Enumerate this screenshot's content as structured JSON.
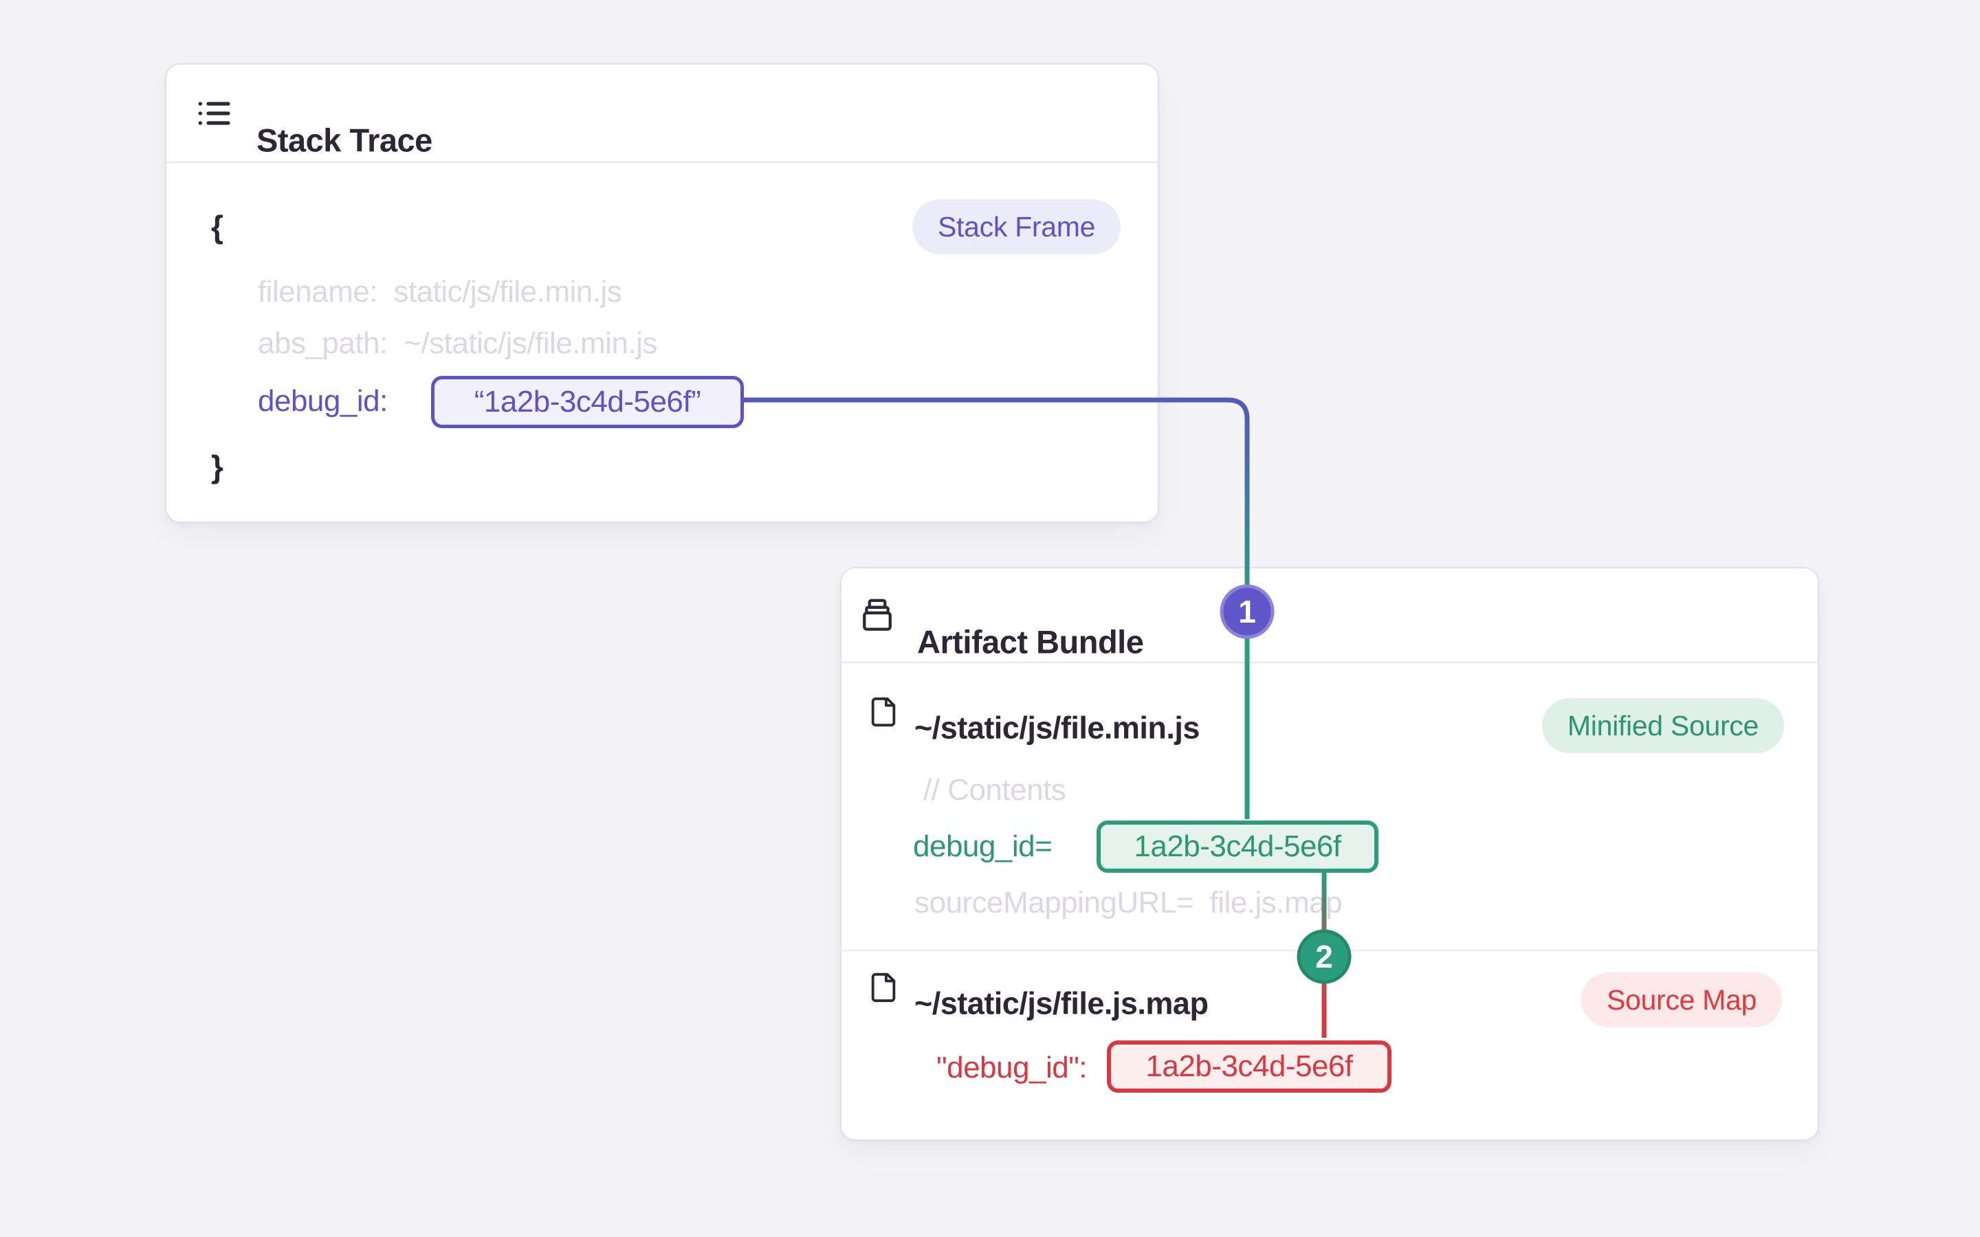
{
  "page": {
    "background": "#f4f3f7"
  },
  "colors": {
    "accent_purple": "#5e52c9",
    "accent_green": "#2a9d7e",
    "accent_red": "#d93840",
    "text_dark": "#2e2535",
    "text_muted": "#dbd7e4",
    "card_border": "#e3dfec"
  },
  "stack_trace": {
    "icon": "list-icon",
    "title": "Stack Trace",
    "frame_badge": "Stack Frame",
    "brace_open": "{",
    "brace_close": "}",
    "filename_line": "filename:  static/js/file.min.js",
    "abs_path_line": "abs_path:  ~/static/js/file.min.js",
    "debug_id_label": "debug_id:",
    "debug_id_value": "“1a2b-3c4d-5e6f”"
  },
  "artifact_bundle": {
    "icon": "archive-box-icon",
    "title": "Artifact Bundle",
    "minified_source": {
      "file_icon": "file-icon",
      "file_path": "~/static/js/file.min.js",
      "badge": "Minified Source",
      "contents_comment": "// Contents",
      "debug_id_label": "debug_id=",
      "debug_id_value": "1a2b-3c4d-5e6f",
      "source_mapping_line": "sourceMappingURL=  file.js.map"
    },
    "source_map": {
      "file_icon": "file-icon",
      "file_path": "~/static/js/file.js.map",
      "badge": "Source Map",
      "debug_id_label": "\"debug_id\":",
      "debug_id_value": "1a2b-3c4d-5e6f"
    }
  },
  "connectors": {
    "step1_label": "1",
    "step2_label": "2"
  }
}
